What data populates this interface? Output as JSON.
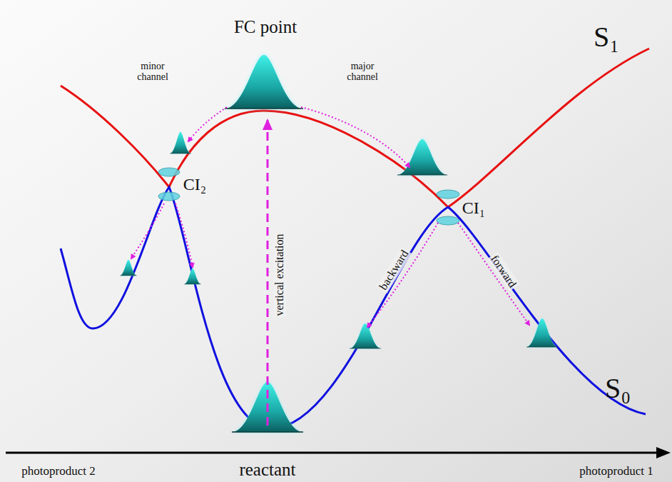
{
  "diagram": {
    "labels": [
      "FC point",
      "minor channel",
      "major channel",
      "S₁",
      "S₀",
      "CI₂",
      "CI₁",
      "vertical excitation",
      "backward",
      "forward",
      "photoproduct 2",
      "reactant",
      "photoproduct 1"
    ]
  }
}
